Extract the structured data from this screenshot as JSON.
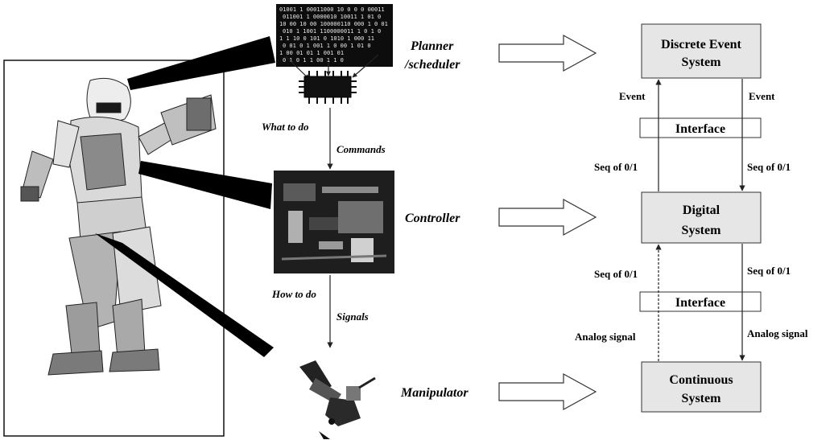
{
  "labels": {
    "planner": [
      "Planner",
      "/scheduler"
    ],
    "controller": "Controller",
    "manipulator": "Manipulator",
    "what_to_do": "What to do",
    "commands": "Commands",
    "how_to_do": "How to do",
    "signals": "Signals"
  },
  "boxes": {
    "discrete": [
      "Discrete Event",
      "System"
    ],
    "digital": [
      "Digital",
      "System"
    ],
    "continuous": [
      "Continuous",
      "System"
    ],
    "interface_top": "Interface",
    "interface_bottom": "Interface"
  },
  "edges": {
    "event_left": "Event",
    "event_right": "Event",
    "seq_left_upper": "Seq of 0/1",
    "seq_right_upper": "Seq of 0/1",
    "seq_left_lower": "Seq of 0/1",
    "seq_right_lower": "Seq of 0/1",
    "analog_left": "Analog signal",
    "analog_right": "Analog signal"
  },
  "binary_text": [
    "01001 1 00011000 10 0 0 0 00011",
    "011001 1 0000010 10011 1 01 0",
    "10 00 10 00 100000110 000 1 0 01",
    "010 1 1001 1100000011 1 0 1 0",
    "1 1 10 0 101 0 1010 1 000 11",
    "0 01 0 1 001 1 0 00 1 01 0",
    "1 00 01 01 1 001 01",
    "0 1 0 1 1 00 1 1 0"
  ]
}
